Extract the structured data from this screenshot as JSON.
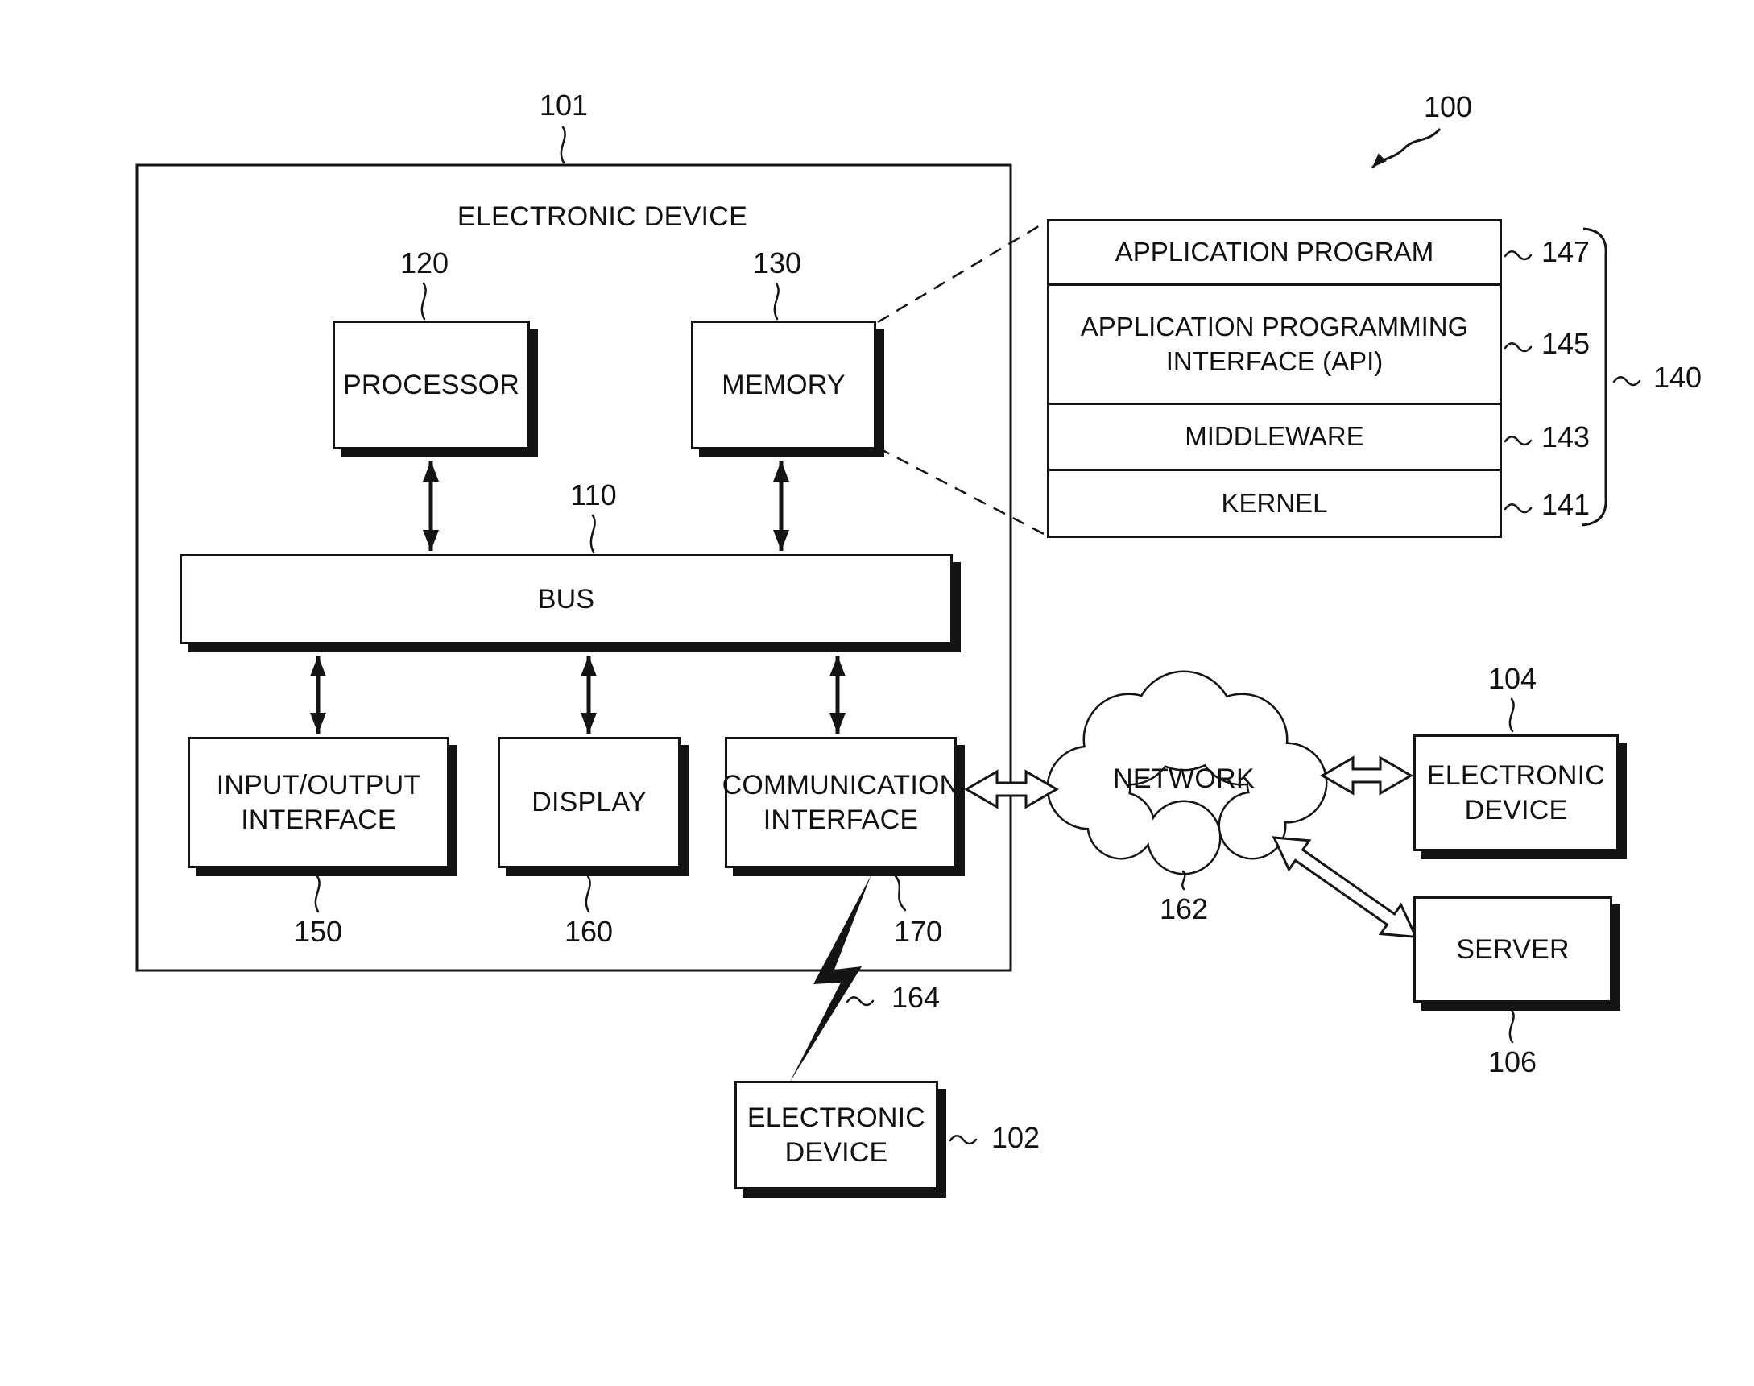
{
  "figure": {
    "refs": {
      "overall": "100",
      "device101": "101",
      "processor": "120",
      "memory": "130",
      "bus": "110",
      "io": "150",
      "display": "160",
      "comm": "170",
      "app_program": "147",
      "api": "145",
      "middleware": "143",
      "kernel": "141",
      "program_stack": "140",
      "device104": "104",
      "network": "162",
      "server": "106",
      "wireless": "164",
      "device102": "102"
    },
    "device101": {
      "title": "ELECTRONIC DEVICE"
    },
    "processor": {
      "label": "PROCESSOR"
    },
    "memory": {
      "label": "MEMORY"
    },
    "bus": {
      "label": "BUS"
    },
    "io": {
      "label": "INPUT/OUTPUT\nINTERFACE"
    },
    "display": {
      "label": "DISPLAY"
    },
    "comm": {
      "label": "COMMUNICATION\nINTERFACE"
    },
    "stack": {
      "rows": [
        {
          "label": "APPLICATION PROGRAM"
        },
        {
          "label": "APPLICATION PROGRAMMING\nINTERFACE (API)"
        },
        {
          "label": "MIDDLEWARE"
        },
        {
          "label": "KERNEL"
        }
      ]
    },
    "network": {
      "label": "NETWORK"
    },
    "device104": {
      "label": "ELECTRONIC\nDEVICE"
    },
    "server": {
      "label": "SERVER"
    },
    "device102": {
      "label": "ELECTRONIC\nDEVICE"
    },
    "colors": {
      "ink": "#141414",
      "paper": "#ffffff"
    }
  }
}
